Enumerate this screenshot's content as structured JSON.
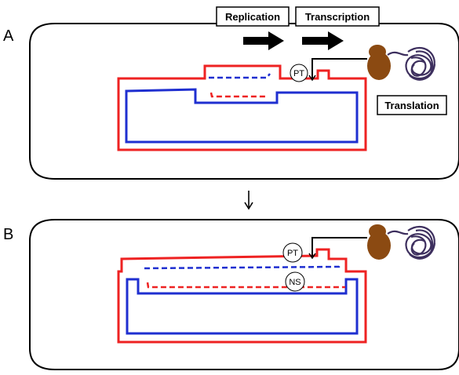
{
  "panels": {
    "a": {
      "letter": "A"
    },
    "b": {
      "letter": "B"
    }
  },
  "labels": {
    "replication": "Replication",
    "transcription": "Transcription",
    "translation": "Translation",
    "pt_top": "PT",
    "pt_bottom": "PT",
    "ns": "NS"
  },
  "colors": {
    "outline": "#000000",
    "outer_strand": "#ee2222",
    "inner_strand": "#1f2fd0",
    "ribosome": "#8b4a12",
    "protein": "#3d2f5e"
  }
}
